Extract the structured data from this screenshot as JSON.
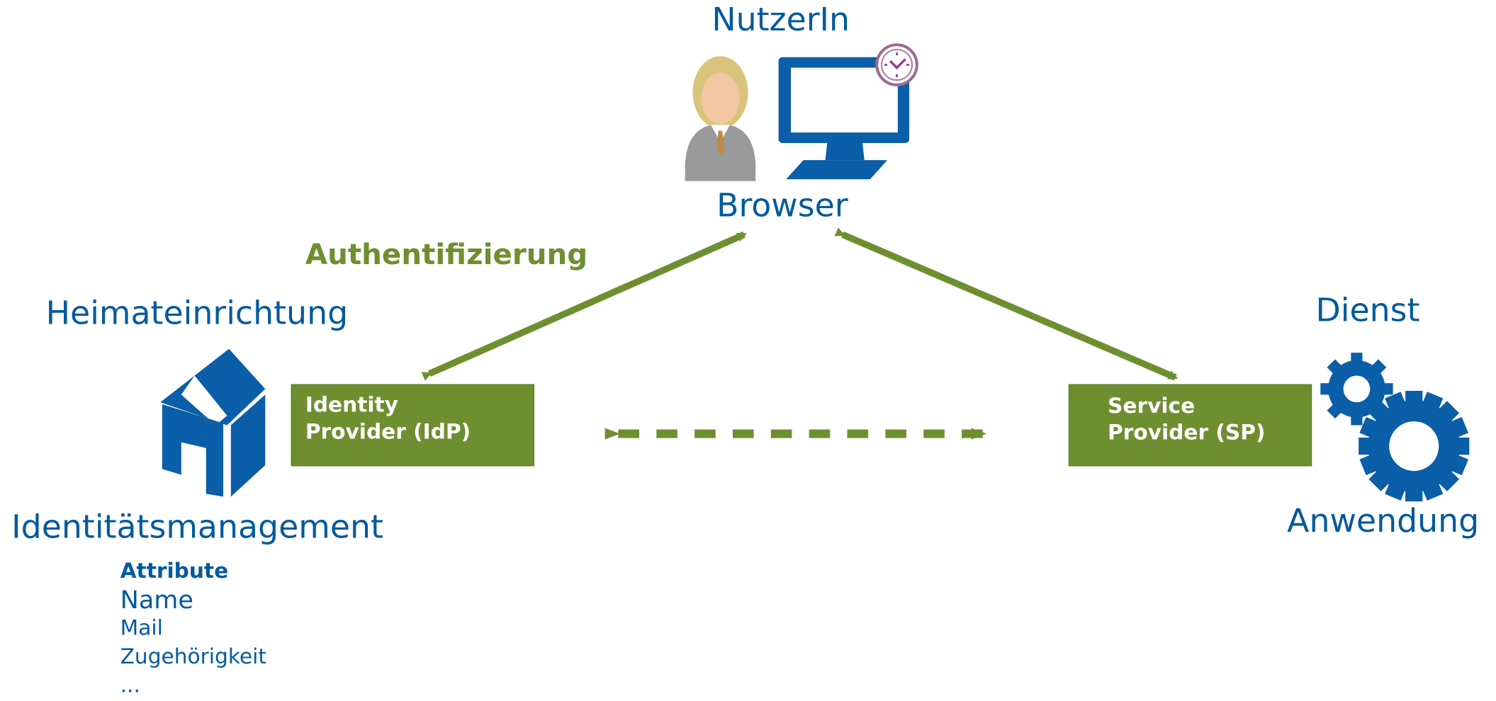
{
  "user": {
    "title": "NutzerIn",
    "browser_label": "Browser"
  },
  "auth_label": "Authentifizierung",
  "home": {
    "title": "Heimateinrichtung",
    "subtitle": "Identitätsmanagement",
    "attributes_heading": "Attribute",
    "attributes": [
      "Name",
      "Mail",
      "Zugehörigkeit",
      "..."
    ]
  },
  "idp": {
    "line1": "Identity",
    "line2": "Provider (IdP)"
  },
  "sp": {
    "line1": "Service",
    "line2": "Provider (SP)"
  },
  "service": {
    "title": "Dienst",
    "subtitle": "Anwendung"
  },
  "icons": [
    "user-icon",
    "monitor-icon",
    "clock-icon",
    "house-icon",
    "gears-icon"
  ],
  "colors": {
    "blue": "#005a9c",
    "green": "#6e8f30",
    "icon_blue": "#0b5ea8"
  }
}
